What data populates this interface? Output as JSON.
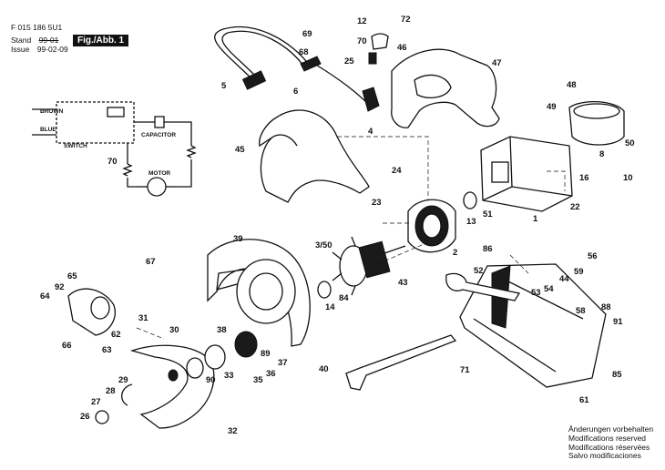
{
  "header": {
    "doc_number": "F 015 186 5U1",
    "stand_label": "Stand",
    "stand_value": "99-01",
    "issue_label": "Issue",
    "issue_value": "99-02-09",
    "figure_label": "Fig./Abb. 1"
  },
  "schematic": {
    "brown": "BROWN",
    "blue": "BLUE",
    "switch": "SWITCH",
    "capacitor": "CAPACITOR",
    "motor": "MOTOR",
    "part_ref": "70"
  },
  "footer_note": {
    "lines": [
      "Änderungen vorbehalten",
      "Modifications reserved",
      "Modifications réservées",
      "Salvo modificaciones"
    ]
  },
  "parts": [
    {
      "num": "1"
    },
    {
      "num": "2"
    },
    {
      "num": "3/50"
    },
    {
      "num": "4"
    },
    {
      "num": "5"
    },
    {
      "num": "6"
    },
    {
      "num": "8"
    },
    {
      "num": "10"
    },
    {
      "num": "12"
    },
    {
      "num": "13"
    },
    {
      "num": "14"
    },
    {
      "num": "16"
    },
    {
      "num": "22"
    },
    {
      "num": "23"
    },
    {
      "num": "24"
    },
    {
      "num": "25"
    },
    {
      "num": "26"
    },
    {
      "num": "27"
    },
    {
      "num": "28"
    },
    {
      "num": "29"
    },
    {
      "num": "30"
    },
    {
      "num": "31"
    },
    {
      "num": "32"
    },
    {
      "num": "33"
    },
    {
      "num": "35"
    },
    {
      "num": "36"
    },
    {
      "num": "37"
    },
    {
      "num": "38"
    },
    {
      "num": "39"
    },
    {
      "num": "40"
    },
    {
      "num": "43"
    },
    {
      "num": "44"
    },
    {
      "num": "45"
    },
    {
      "num": "46"
    },
    {
      "num": "47"
    },
    {
      "num": "48"
    },
    {
      "num": "49"
    },
    {
      "num": "50"
    },
    {
      "num": "51"
    },
    {
      "num": "52"
    },
    {
      "num": "53"
    },
    {
      "num": "54"
    },
    {
      "num": "56"
    },
    {
      "num": "58"
    },
    {
      "num": "59"
    },
    {
      "num": "61"
    },
    {
      "num": "62"
    },
    {
      "num": "63"
    },
    {
      "num": "64"
    },
    {
      "num": "65"
    },
    {
      "num": "66"
    },
    {
      "num": "67"
    },
    {
      "num": "68"
    },
    {
      "num": "69"
    },
    {
      "num": "70"
    },
    {
      "num": "71"
    },
    {
      "num": "72"
    },
    {
      "num": "84"
    },
    {
      "num": "85"
    },
    {
      "num": "86"
    },
    {
      "num": "88"
    },
    {
      "num": "89"
    },
    {
      "num": "90"
    },
    {
      "num": "91"
    },
    {
      "num": "92"
    }
  ]
}
